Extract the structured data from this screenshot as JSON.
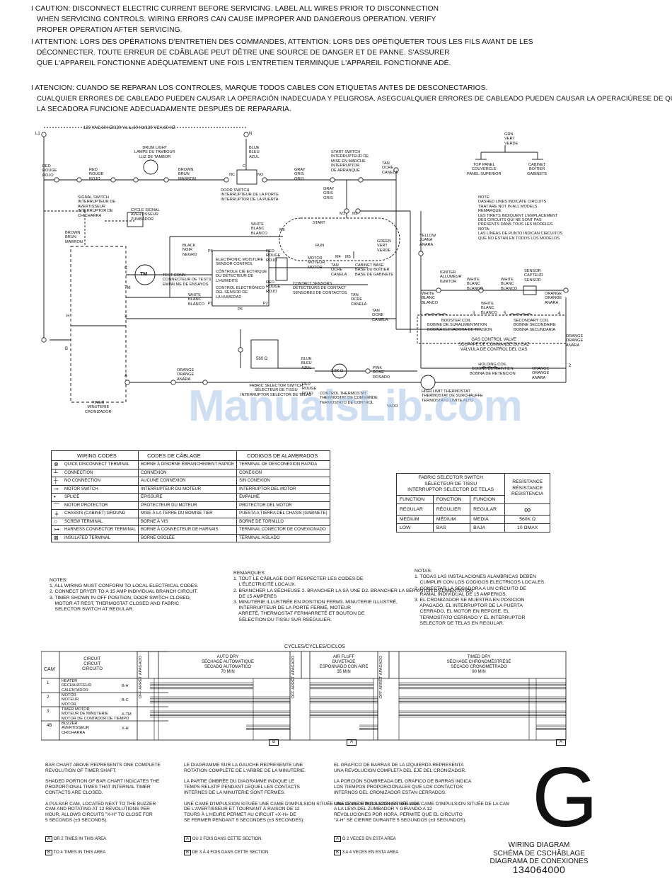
{
  "warnings": {
    "en": [
      "I CAUTION: DISCONNECT ELECTRIC CURRENT BEFORE SERVICING. LABEL ALL WIRES PRIOR TO DISCONNECTION",
      "WHEN SERVICING CONTROLS. WIRING ERRORS CAN CAUSE IMPROPER AND DANGEROUS OPERATION. VERIFY",
      "PROPER OPERATION AFTER SERVICING."
    ],
    "fr": [
      "I ATTENTION: LORS DES OPÉRATIONS D'ENTRETIEN DES COMMANDES, ATTENTION: LORS DES OPÉTIQUETER TOUS LES FILS AVANT DE LES",
      "DÉCONNECTER. TOUTE ERREUR DE CDÂBLAGE PEUT DÊTRE UNE SOURCE DE DANGER ET DE PANNE. S'ASSURER",
      "QUE L'APPAREIL FONCTIONNE ADÉQUATEMENT UNE FOIS L'ENTRETIEN TERMINQUE L'APPAREIL FONCTIONNE ADÉ."
    ],
    "es": [
      "I ATENCION: CUANDO SE REPARAN LOS CONTROLES, MARQUE TODOS CABLES CON ETIQUETAS ANTES DE DESCONECTARIOS.",
      "CUALQUIER ERRORES DE CABLEADO PUEDEN CAUSAR LA OPERACIÓN INADECUADA Y PELIGROSA. ASEGCUALQUIER ERRORES DE CABLEADO PUEDEN CAUSAR LA OPERACIÚRESE DE QUE",
      "LA SECADORA FUNCIONE ADECUADAMENTE DESPUÉS DE REPARARIA."
    ]
  },
  "schematic": {
    "supply": "120 VAC,60 HZ/120 Vc.a.,60 Hz/120 VCA,60 HZ",
    "l1": "L1",
    "n": "N",
    "drum_light": [
      "DRUM LIGHT",
      "LAMPE DU TAMBOUR",
      "LUZ DE TAMBOR"
    ],
    "red1": [
      "RED",
      "ROUGE",
      "ROJO"
    ],
    "red2": [
      "RED",
      "ROUGE",
      "ROJO"
    ],
    "brown1": [
      "BROWN",
      "BRUN",
      "MARRON"
    ],
    "blue1": [
      "BLUE",
      "BLEU",
      "AZUL"
    ],
    "gray1": [
      "GRAY",
      "GRIS",
      "GRIS"
    ],
    "gray2": [
      "GRAY",
      "GRIS",
      "GRIS"
    ],
    "tan1": [
      "TAN",
      "OCRE",
      "CANELA"
    ],
    "door_switch": [
      "DOOR SWITCH",
      "INTERRUPTEUR DE LA PORTE",
      "INTERRUPTOR DE LA PUERTA"
    ],
    "nc": "NC",
    "no": "NO",
    "c": "C",
    "start_switch": [
      "START SWITCH",
      "INTERRUPTEUR DE",
      "MISE EN MARCHE",
      "INTERRUPTOR",
      "DE ARRANQUE"
    ],
    "grn": [
      "GRN",
      "VERT",
      "VERDE"
    ],
    "top_panel": [
      "TOP PANEL",
      "COUVERCLE",
      "PANEL SUPERIOR"
    ],
    "cabinet": [
      "CABINET",
      "BOÎTIER",
      "GABINETE"
    ],
    "signal_switch": [
      "SIGNAL SWITCH",
      "INTERRUPTEUR DE",
      "AVERTISSEUR",
      "INTERRUPTOR DE",
      "CHICHARRA"
    ],
    "cycle_signal": [
      "CYCLE SIGNAL",
      "AVERTISSEUR",
      "ZUMBADOR"
    ],
    "brown2": [
      "BROWN",
      "BRUN",
      "MARRON"
    ],
    "white1": [
      "WHITE",
      "BLANC",
      "BLANCO"
    ],
    "start": "START",
    "run": "RUN",
    "m1": "M1",
    "m2": "M2",
    "m4": "M4",
    "m5": "M5",
    "m6": "M6",
    "yellow": [
      "YELLOW",
      "JUANA",
      "ANARA"
    ],
    "green": [
      "GREEN",
      "VERT",
      "VERDE"
    ],
    "dashed_note": [
      "NOTE:",
      "DASHED LINES INDICATE CIRCUITS",
      "THAT ARE NOT IN ALL MODELS.",
      "REMARQUE:",
      "LES TIRETS INDIQUENT L'EMPLACEMENT",
      "DES CIRCUITS QUI NE SONT PAS",
      "PRÉSENTS DANS TOUS LES MODÈLES.",
      "NOTA:",
      "LAS LÍNEAS DE PUNTO INDICAN CIRCUITOS",
      "QUE NO ESTÁN EN TODOS LOS MODELOS"
    ],
    "black": [
      "BLACK",
      "NOIR",
      "NEGRO"
    ],
    "p6": "P6",
    "emsc": [
      "ELECTRONIC MOISTURE",
      "SENSOR CONTROL",
      "CÔNTROLE CIÉ ECTRIQUE",
      "DU DÉTECTEUR DE",
      "L'HUMIDITÉ",
      "CONTROL ELECTRÓNICO",
      "DEL SENSOR DE",
      "LA HUMEDAD"
    ],
    "red3": [
      "RED",
      "ROUGE",
      "ROJO"
    ],
    "red4": [
      "RED",
      "ROUGE",
      "ROJO"
    ],
    "motor": [
      "MOTOR",
      "MOTEUR",
      "MOTOR"
    ],
    "tan2": [
      "TAN",
      "OCRE",
      "CANELA"
    ],
    "cabinet_base": [
      "CABINET BASE",
      "BASE DU BOÎTIER",
      "BASE DE GABINETE"
    ],
    "contact_sensors": [
      "CONTACT SENSORS",
      "DÉTECTEURS DE CONTACT",
      "SENSORES DE CONTACTOS"
    ],
    "test_conn": [
      "TEST CONN",
      "CONNECTEUR DE TESTS",
      "EMPALME DE ENSAYOS"
    ],
    "tm": "TM",
    "white2": [
      "WHITE",
      "BLANC",
      "BLANCO"
    ],
    "p1": "P1",
    "p2": "P2",
    "p5": "P5",
    "tan3": [
      "TAN",
      "OCRE",
      "CANELA"
    ],
    "tan4": [
      "TAN",
      "OCRE",
      "CANELA"
    ],
    "igniter": [
      "IGNITER",
      "ALLUMEUR",
      "IGNITOR"
    ],
    "white3": [
      "WHITE",
      "BLANC",
      "BLANCO"
    ],
    "white4": [
      "WHITE",
      "BLANC",
      "BLANCO"
    ],
    "white5": [
      "WHITE",
      "BLANC",
      "BLANCO"
    ],
    "white6": [
      "WHITE",
      "BLANC",
      "BLANCO"
    ],
    "sensor": [
      "SENSOR",
      "CAPTEUR",
      "SENSOR"
    ],
    "orange1": [
      "ORANGE",
      "ORANGE",
      "ANARA"
    ],
    "booster_coil": [
      "BOOSTER COIL",
      "BOBINE DE SURALIMENTATION",
      "BOBINA ELEVADORA DE TENSION"
    ],
    "secondary_coil": [
      "SECONDARY COIL",
      "BOBINE SECONDAIRE",
      "BOBINA SECUNDARIA"
    ],
    "n1": "1",
    "n3": "3",
    "n5": "5",
    "n4": "4",
    "n2": "2",
    "orange2": [
      "ORANGE",
      "ORANGE",
      "ANARA"
    ],
    "gas_valve": [
      "GAS CONTROL VALVE",
      "SOUPAPE DE COMMANDE DU GAZ",
      "VÁLVULA DE CONTROL DEL GAS"
    ],
    "holding_coil": [
      "HOLDING COIL",
      "BOBINE DE MAINTIEN",
      "BOBINA DE RETENCION"
    ],
    "orange3": [
      "ORANGE",
      "ORANGE",
      "ANARA"
    ],
    "orange4": [
      "ORANGE",
      "ORANGE",
      "ANARA"
    ],
    "h": "H",
    "b": "B",
    "x": "X",
    "a": "A",
    "timer": [
      "TIMER",
      "MINUTERIE",
      "CRONIZADOR"
    ],
    "r560": "560 Ω",
    "blue2": [
      "BLUE",
      "BLEU",
      "AZUL"
    ],
    "r28k": "2.8K Ω",
    "pink": [
      "PINK",
      "ROSE",
      "ROSADO"
    ],
    "red5": [
      "RED",
      "ROUGE",
      "ROJO"
    ],
    "fabric_switch": [
      "FABRIC SELECTOR SWITCH",
      "SÉLECTEUR DE TISSU",
      "INTERRUPTOR SELECTOR DE TELAS"
    ],
    "control_thermostat": [
      "CONTROL THERMOSTAT",
      "THERMOSTAT DE COMMANDE",
      "TERMOSTATO DE CONTROL"
    ],
    "highlimit": [
      "HIGH LIMIT THERMOSTAT",
      "THERMOSTAT DE SURCHAUFFE",
      "TERMOSTATO LÍMITE ALTO"
    ],
    "vado": "VADO"
  },
  "wiring_codes": {
    "headers": [
      "WIRING CODES",
      "CODES DE CÂBLAGE",
      "CODIGOS DE ALAMBRADOS"
    ],
    "rows": [
      [
        "QUICK DISCONNECT TERMINAL",
        "BORNE À DISORNE ÉBRANCHEMENT RAPIDE",
        "TERMINAL DE DESCONEXION RAPIDA"
      ],
      [
        "CONNECTION",
        "CONNEXION",
        "CONEXION"
      ],
      [
        "NO CONNECTION",
        "AUCUNE CONNEXION",
        "SIN CONEXION"
      ],
      [
        "MOTOR SWITCH",
        "INTERRUPTEUR DU MOTEUR",
        "INTERRUPTOR DEL MOTOR"
      ],
      [
        "SPLICE",
        "ÉPISSURE",
        "EMPALME"
      ],
      [
        "MOTOR PROTECTOR",
        "PROTECTEUR DU MOTEUR",
        "PROTECTOR DEL MOTOR"
      ],
      [
        "CHASSIS (CABINET) GROUND",
        "MISE À LA TERRE DU BOMISE TIER",
        "PUESTA A TIERRA DEL CHASIS (GABINETE)"
      ],
      [
        "SCREW TERMINAL",
        "BORNE À VIS",
        "BORNE DE TORNILLO"
      ],
      [
        "HARNESS CONNECTOR TERMINAL",
        "BORNE À CONNECTEUR DE HARNAIS",
        "TERMINAL CONECTOR DE CONEXIONADO"
      ],
      [
        "INSULATED TERMINAL",
        "BORNE OSOLÉE",
        "TERMINAL AISLADO"
      ]
    ]
  },
  "fabric_table": {
    "title": [
      "FABRIC SELECTOR SWITCH",
      "SÉLECTEUR DE TISSU",
      "INTERRUPTOR SELECTOR DE TELAS"
    ],
    "resistance": [
      "RESISTANCE",
      "RÉSISTANCE",
      "RESISTENCIA"
    ],
    "headers": [
      "FUNCTION",
      "FONCTION",
      "FUNCION"
    ],
    "rows": [
      [
        "REGULAR",
        "RÉGULIER",
        "REGULAR",
        "∞"
      ],
      [
        "MEDIUM",
        "MÉDIUM",
        "MEDIA",
        "560K Ω"
      ],
      [
        "LOW",
        "BAS",
        "BAJA",
        "10 ΩMAX"
      ]
    ]
  },
  "notes": {
    "en": "NOTES:\n1. ALL WIRING MUST CONFORM TO LOCAL ELECTRICAL CODES.\n2. CONNECT DRYER TO A 15 AMP INDIVIDUAL BRANCH CIRCUIT.\n3. TIMER SHOWN IN OFF POSITION, DOOR SWITCH CLOSED,\n    MOTOR AT REST, THERMOSTAT CLOSED AND FABRIC\n    SELECTOR SWITCH AT REGULAR.",
    "fr": "REMARQUES:\n1. TOUT LE CÂBLAGE DOIT RESPECTER LES CODES DE\n    L'ÉLECTRICITÉ LOCAUX.\n2. BRANCHER LA SÉCHEUSE 2. BRANCHER LA SÀ UNE D2. BRANCHER LA SÉRVATION D'ÉLIMENTATION\n    DE 15 AMPÈRES\n3. MINUTERIE ILLUSTRÉE EN POSITION FERM3. MINUTERIE ILLUSTRÉ,\n    INTERRUPTEUR DE LA PORTE FERMÉ, MOTEUR\n    ARRETÉ, THERMOSTAT FERMARRETÉ ET BOUTON DE\n    SÉLECTION DU TISSU SUR RSÉGULIER.",
    "es": "NOTAS:\n1. TODAS LAS INSTALACIONES ALAMBRICAS DEBEN\n    CUMPLIR CON LOS CODIGOS ELECTRICOS LOCALES.\n2. CONECTAR LA SECADORA A UN CIRCUITO DE\n    RAMAL INDIVIDUAL DE 15 AMPERIOS.\n3. EL CRONIZADOR SE MUESTRA EN POSICION\n    APAGADO, EL INTERRUPTOR DE LA PUERTA\n    CERRADO, EL MOTOR EN REPOSE, EL\n    TERMOSTATO CERRADO Y EL INTERRUPTOR\n    SELECTOR DE TELAS EN REGULAR."
  },
  "cycles": {
    "title": "CYCLES/CYCLES/CICLOS",
    "cam": "CAM",
    "circuit": [
      "CIRCUIT",
      "CIRCUIT",
      "CIRCUITO"
    ],
    "off": [
      "OFF",
      "ARRÊT",
      "APAGADO"
    ],
    "auto_dry": [
      "AUTO DRY",
      "SÉCHAGE AUTOMATIQUE",
      "SECADO AUTOMATICO",
      "70 MIN"
    ],
    "air_fluff": [
      "AIR FLUFF",
      "DUVETAGE",
      "ESPONNADO CON AIRE",
      "35 MIN"
    ],
    "timed_dry": [
      "TIMED DRY",
      "SÉCHAGE CHRONOMÉSTRÉSÉ",
      "SECADO CRONÓMETRADO",
      "90 MIN"
    ],
    "rows": [
      {
        "cam": "1",
        "desc": [
          "HEATER",
          "RÉCHAUFFEUR",
          "CALENTADOR"
        ],
        "code": "B-A"
      },
      {
        "cam": "2",
        "desc": [
          "MOTOR",
          "MOTEUR",
          "MOTOR"
        ],
        "code": "B-C"
      },
      {
        "cam": "3",
        "desc": [
          "TIMER MOTOR",
          "MOTEUR DE MINUTERIE",
          "MOTOR DE CONTADOR DE TIEMPO"
        ],
        "code": "X-TM"
      },
      {
        "cam": "4B",
        "desc": [
          "BUZZER",
          "AVERTISSEUR",
          "CHICHARRA"
        ],
        "code": "X-H"
      }
    ],
    "marker_a": "A",
    "marker_b": "B"
  },
  "explain": {
    "en": "BAR CHART ABOVE REPRESENTS ONE COMPLETE\nREVOLUTION OF TIMER SHAFT.\n\nSHADED PORTION OF BAR CHART INDICATES THE\nPROPORTIONAL TIMES THAT INTERNAL TIMER\nCONTACTS ARE CLOSED.\n\nA PULSAR CAM, LOCATED NEXT TO THE BUZZER\nCAM AND ROTATING AT 12 REVOLUTIONS PER\nHOUR, ALLOWS CIRCUITS \"X-H\" TO CLOSE FOR\n5 SECONDS (±3 SECONDS).",
    "fr": "LE DIAGRAMME SUR LA GAUCHE REPRÉSENTE UNE\nROTATION COMPLÈTE DE L'ARBRE DE LA MINUTERIE.\n\nLA PARTIE OMBRÉE DU DIAGRAMME INDIQUE LE\nTEMPS RELATIF PENDANT LEQUEL LES CONTACTS\nINTERNES DE LA MINUTERIE SONT FERMÉS.\n\nUNE CAME D'IMPULSION SITUÉE UNE CAME D'IMPULSION SITUÉE UNE CAME D'IMPULSION SITUÉE UNE CAME D'IMPULSION SITUÉE DE LA CAME\nDE L'AVERTISSEUR ET TOURNANT À RAISON DE 12\nTOURS À L'HEURE PERMET AU CIRCUIT «X-H» DE\nSE FERMER PENDANT 5 SECONDES (±3 SECONDES).",
    "es": "EL GRAFICO DE BARRAS DE LA IZQUIERDA REPRESENTA\nUNA REVOLUCION COMPLETA DEL EJE DEL CRONIZADOR.\n\nLA PORCION SOMBREADA DEL GRAFICO DE BARRAS INDICA\nLOS TIEMPOS PROPORCIONALES QUE LOS CONTACTOS\nINTERNOS DEL CRONIZADOR ESTAN CERRADOS.\n\nUNA LEVA DE PULSACIONES SITUADA\nA LA LEVA DEL ZUMBADOR Y GIRANDO A 12\nREVOLUCIONES POR HORA, PERMITE QUE EL CIRCUITO\n\"X-H\" SE CIERRE DURANTE 5 SEGUNDOS (±3 SEGUNDOS).",
    "legend_en": [
      "OR 2 TIMES IN THIS AREA",
      "TO 4 TIMES IN THIS AREA"
    ],
    "legend_fr": [
      "OU 2 FOIS DANS CETTE SECTION",
      "DE 3 À 4 FOIS DANS CETTE SECTION"
    ],
    "legend_es": [
      "Ó 2 VECES EN ESTA AREA",
      "3 A 4 VECES EN ESTA AREA"
    ]
  },
  "titleblock": {
    "letter": "G",
    "lines": [
      "WIRING DIAGRAM",
      "SCHÉMA DE CSCHÂBLAGE",
      "DIAGRAMA DE CONEXIONES"
    ],
    "part": "134064000"
  },
  "watermark": "ManualsLib.com"
}
